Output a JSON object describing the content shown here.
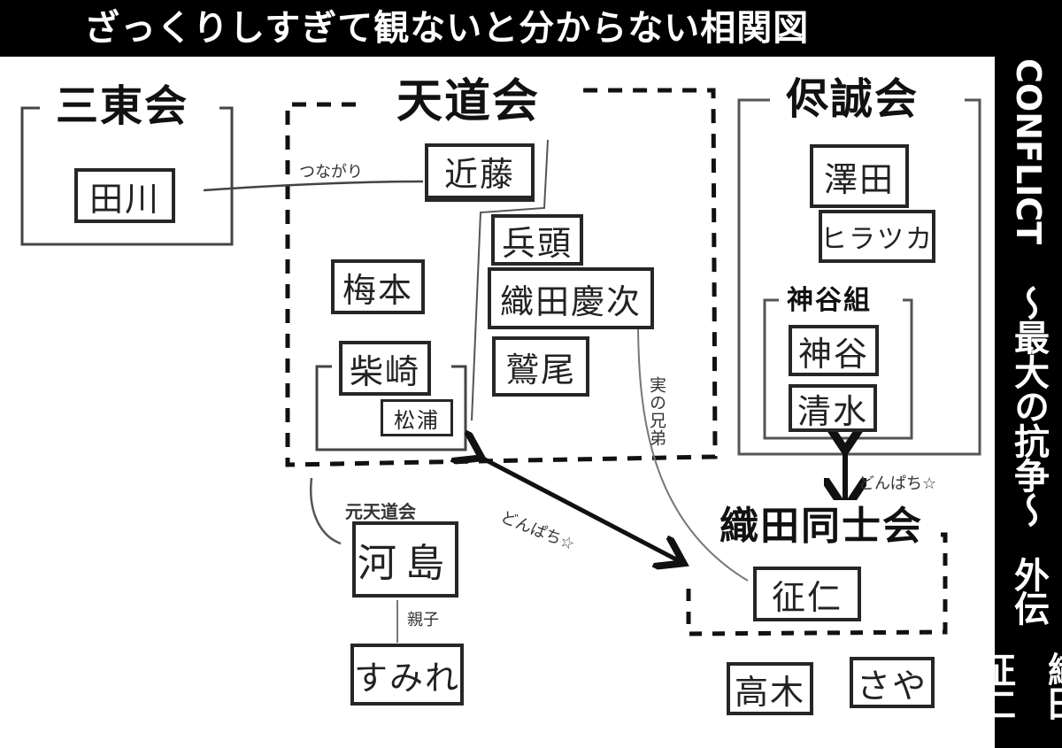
{
  "header": {
    "title": "ざっくりしすぎて観ないと分からない相関図"
  },
  "sidebar": {
    "series": "CONFLICT",
    "subtitle": "～最大の抗争～",
    "edition": "外伝",
    "protagonist": "織田征仁"
  },
  "groups": {
    "santokai": {
      "name": "三東会",
      "members": [
        "田川"
      ]
    },
    "tendokai": {
      "name": "天道会",
      "members": [
        "近藤",
        "兵頭",
        "織田慶次",
        "鷲尾",
        "梅本",
        "柴崎",
        "松浦"
      ]
    },
    "seiseikai": {
      "name": "侭誠会",
      "members": [
        "澤田",
        "ヒラツカ"
      ],
      "subgroup": {
        "name": "神谷組",
        "members": [
          "神谷",
          "清水"
        ]
      }
    },
    "oda_doshikai": {
      "name": "織田同士会",
      "members": [
        "征仁"
      ]
    },
    "former_tendokai": {
      "label": "元天道会",
      "members": [
        "河島",
        "すみれ"
      ]
    },
    "unaffiliated": [
      "高木",
      "さや"
    ]
  },
  "relations": {
    "connection": "つながり",
    "real_brothers": "実の兄弟",
    "fight_1": "どんぱち☆",
    "fight_2": "どんぱち☆",
    "parent_child": "親子"
  },
  "colors": {
    "background": "#ffffff",
    "ink": "#1a1a1a",
    "banner": "#000000",
    "banner_text": "#ffffff"
  }
}
